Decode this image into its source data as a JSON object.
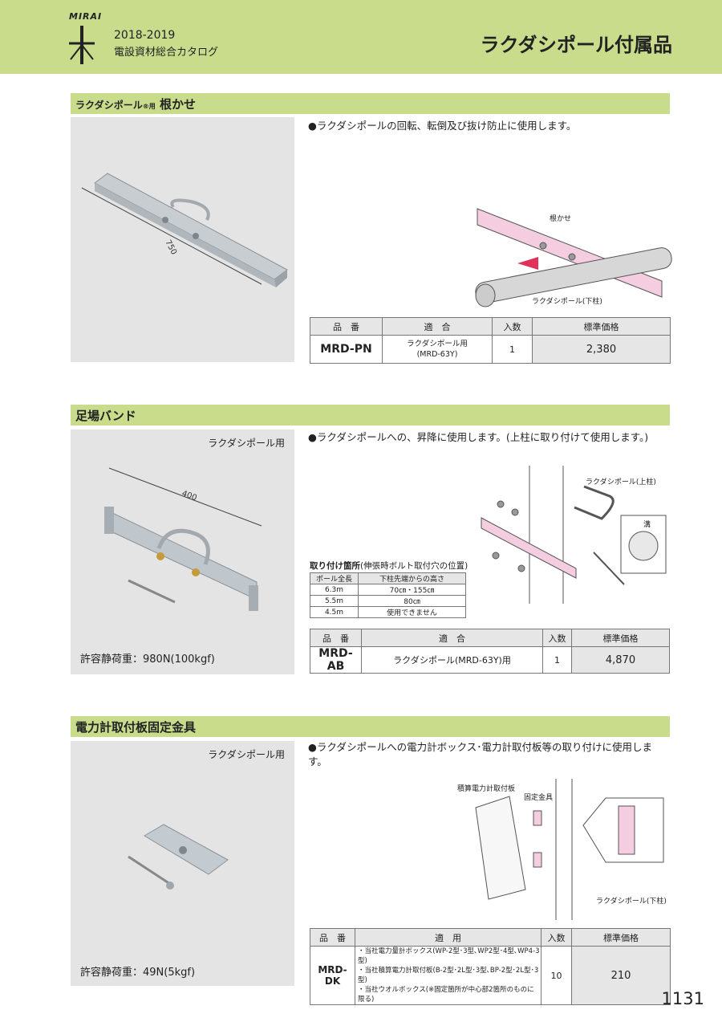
{
  "header": {
    "logo_text": "MIRAI",
    "year": "2018-2019",
    "catalog": "電設資材総合カタログ",
    "title": "ラクダシポール付属品"
  },
  "sections": [
    {
      "title_prefix": "ラクダシポール",
      "title_mark": "®用",
      "title_main": "根かせ",
      "dimension": "750",
      "desc": "●ラクダシポールの回転、転倒及び抜け防止に使用します。",
      "diagram_labels": [
        "根かせ",
        "ラクダシポール(下柱)"
      ],
      "table": {
        "headers": [
          "品　番",
          "適　合",
          "入数",
          "標準価格"
        ],
        "code": "MRD-PN",
        "fit_lines": [
          "ラクダシポール用",
          "(MRD-63Y)"
        ],
        "qty": "1",
        "price": "2,380"
      }
    },
    {
      "title_main": "足場バンド",
      "usage": "ラクダシポール用",
      "dimension": "400",
      "load": "許容静荷重：980N(100kgf)",
      "desc": "●ラクダシポールへの、昇降に使用します。(上柱に取り付けて使用します。)",
      "diagram_labels": [
        "ラクダシポール(上柱)",
        "溝"
      ],
      "mount": {
        "caption_bold": "取り付け箇所",
        "caption_rest": "(伸張時ボルト取付穴の位置)",
        "headers": [
          "ポール全長",
          "下柱先端からの高さ"
        ],
        "rows": [
          [
            "6.3m",
            "70㎝・155㎝"
          ],
          [
            "5.5m",
            "80㎝"
          ],
          [
            "4.5m",
            "使用できません"
          ]
        ]
      },
      "table": {
        "headers": [
          "品　番",
          "適　合",
          "入数",
          "標準価格"
        ],
        "code": "MRD-AB",
        "fit": "ラクダシポール(MRD-63Y)用",
        "qty": "1",
        "price": "4,870"
      }
    },
    {
      "title_main": "電力計取付板固定金具",
      "usage": "ラクダシポール用",
      "load": "許容静荷重：49N(5kgf)",
      "desc": "●ラクダシポールへの電力計ボックス･電力計取付板等の取り付けに使用します。",
      "diagram_labels": [
        "積算電力計取付板",
        "固定金具",
        "ラクダシポール(下柱)"
      ],
      "table": {
        "headers": [
          "品　番",
          "適　用",
          "入数",
          "標準価格"
        ],
        "code": "MRD-DK",
        "apply_lines": [
          "・当社電力量計ボックス(WP-2型･3型､WP2型･4型､WP4-3型)",
          "・当社積算電力計取付板(B-2型･2L型･3型､BP-2型･2L型･3型)",
          "・当社ウオルボックス(※固定箇所が中心部2箇所のものに限る)"
        ],
        "qty": "10",
        "price": "210"
      }
    }
  ],
  "page_number": "1131"
}
